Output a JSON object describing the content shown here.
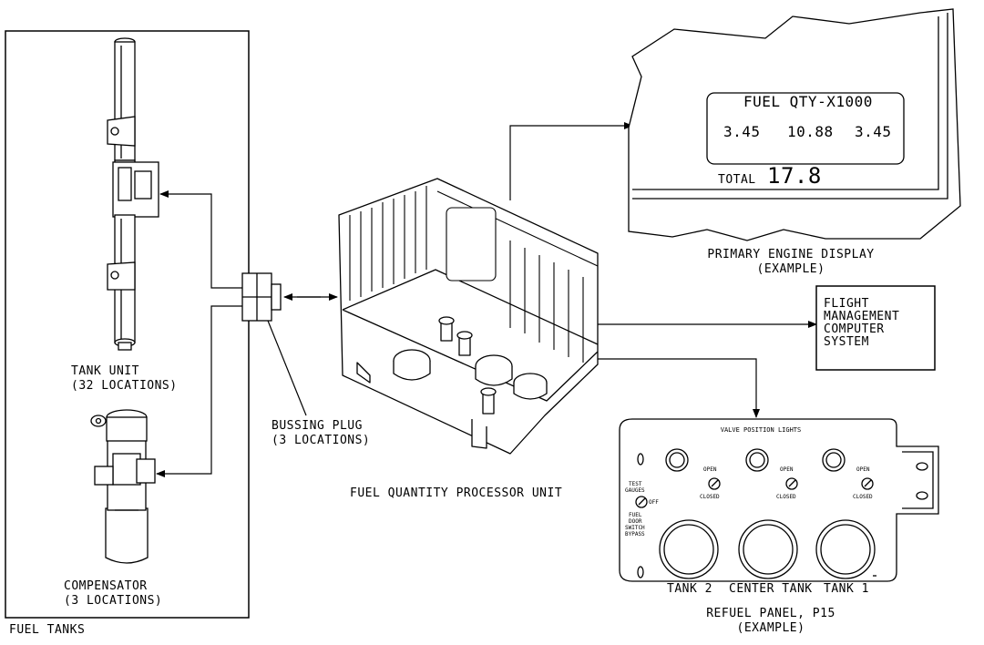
{
  "labels": {
    "fuel_tanks": "FUEL TANKS",
    "tank_unit": "TANK UNIT",
    "tank_unit_count": "(32 LOCATIONS)",
    "compensator": "COMPENSATOR",
    "compensator_count": "(3 LOCATIONS)",
    "bussing_plug": "BUSSING PLUG",
    "bussing_plug_count": "(3 LOCATIONS)",
    "fqpu": "FUEL QUANTITY PROCESSOR UNIT",
    "ped": "PRIMARY ENGINE DISPLAY",
    "ped_example": "(EXAMPLE)",
    "fmcs_line1": "FLIGHT",
    "fmcs_line2": "MANAGEMENT",
    "fmcs_line3": "COMPUTER",
    "fmcs_line4": "SYSTEM",
    "refuel_panel": "REFUEL PANEL, P15",
    "refuel_example": "(EXAMPLE)"
  },
  "display": {
    "header": "FUEL QTY-X1000",
    "left_qty": "3.45",
    "center_qty": "10.88",
    "right_qty": "3.45",
    "total_label": "TOTAL",
    "total_value": "17.8"
  },
  "refuel_panel": {
    "valve_title": "VALVE POSITION LIGHTS",
    "open": "OPEN",
    "closed": "CLOSED",
    "test_line1": "TEST",
    "test_line2": "GAUGES",
    "off": "OFF",
    "bypass_line1": "FUEL",
    "bypass_line2": "DOOR",
    "bypass_line3": "SWITCH",
    "bypass_line4": "BYPASS",
    "tank2": "TANK 2",
    "center_tank": "CENTER TANK",
    "tank1": "TANK 1"
  }
}
